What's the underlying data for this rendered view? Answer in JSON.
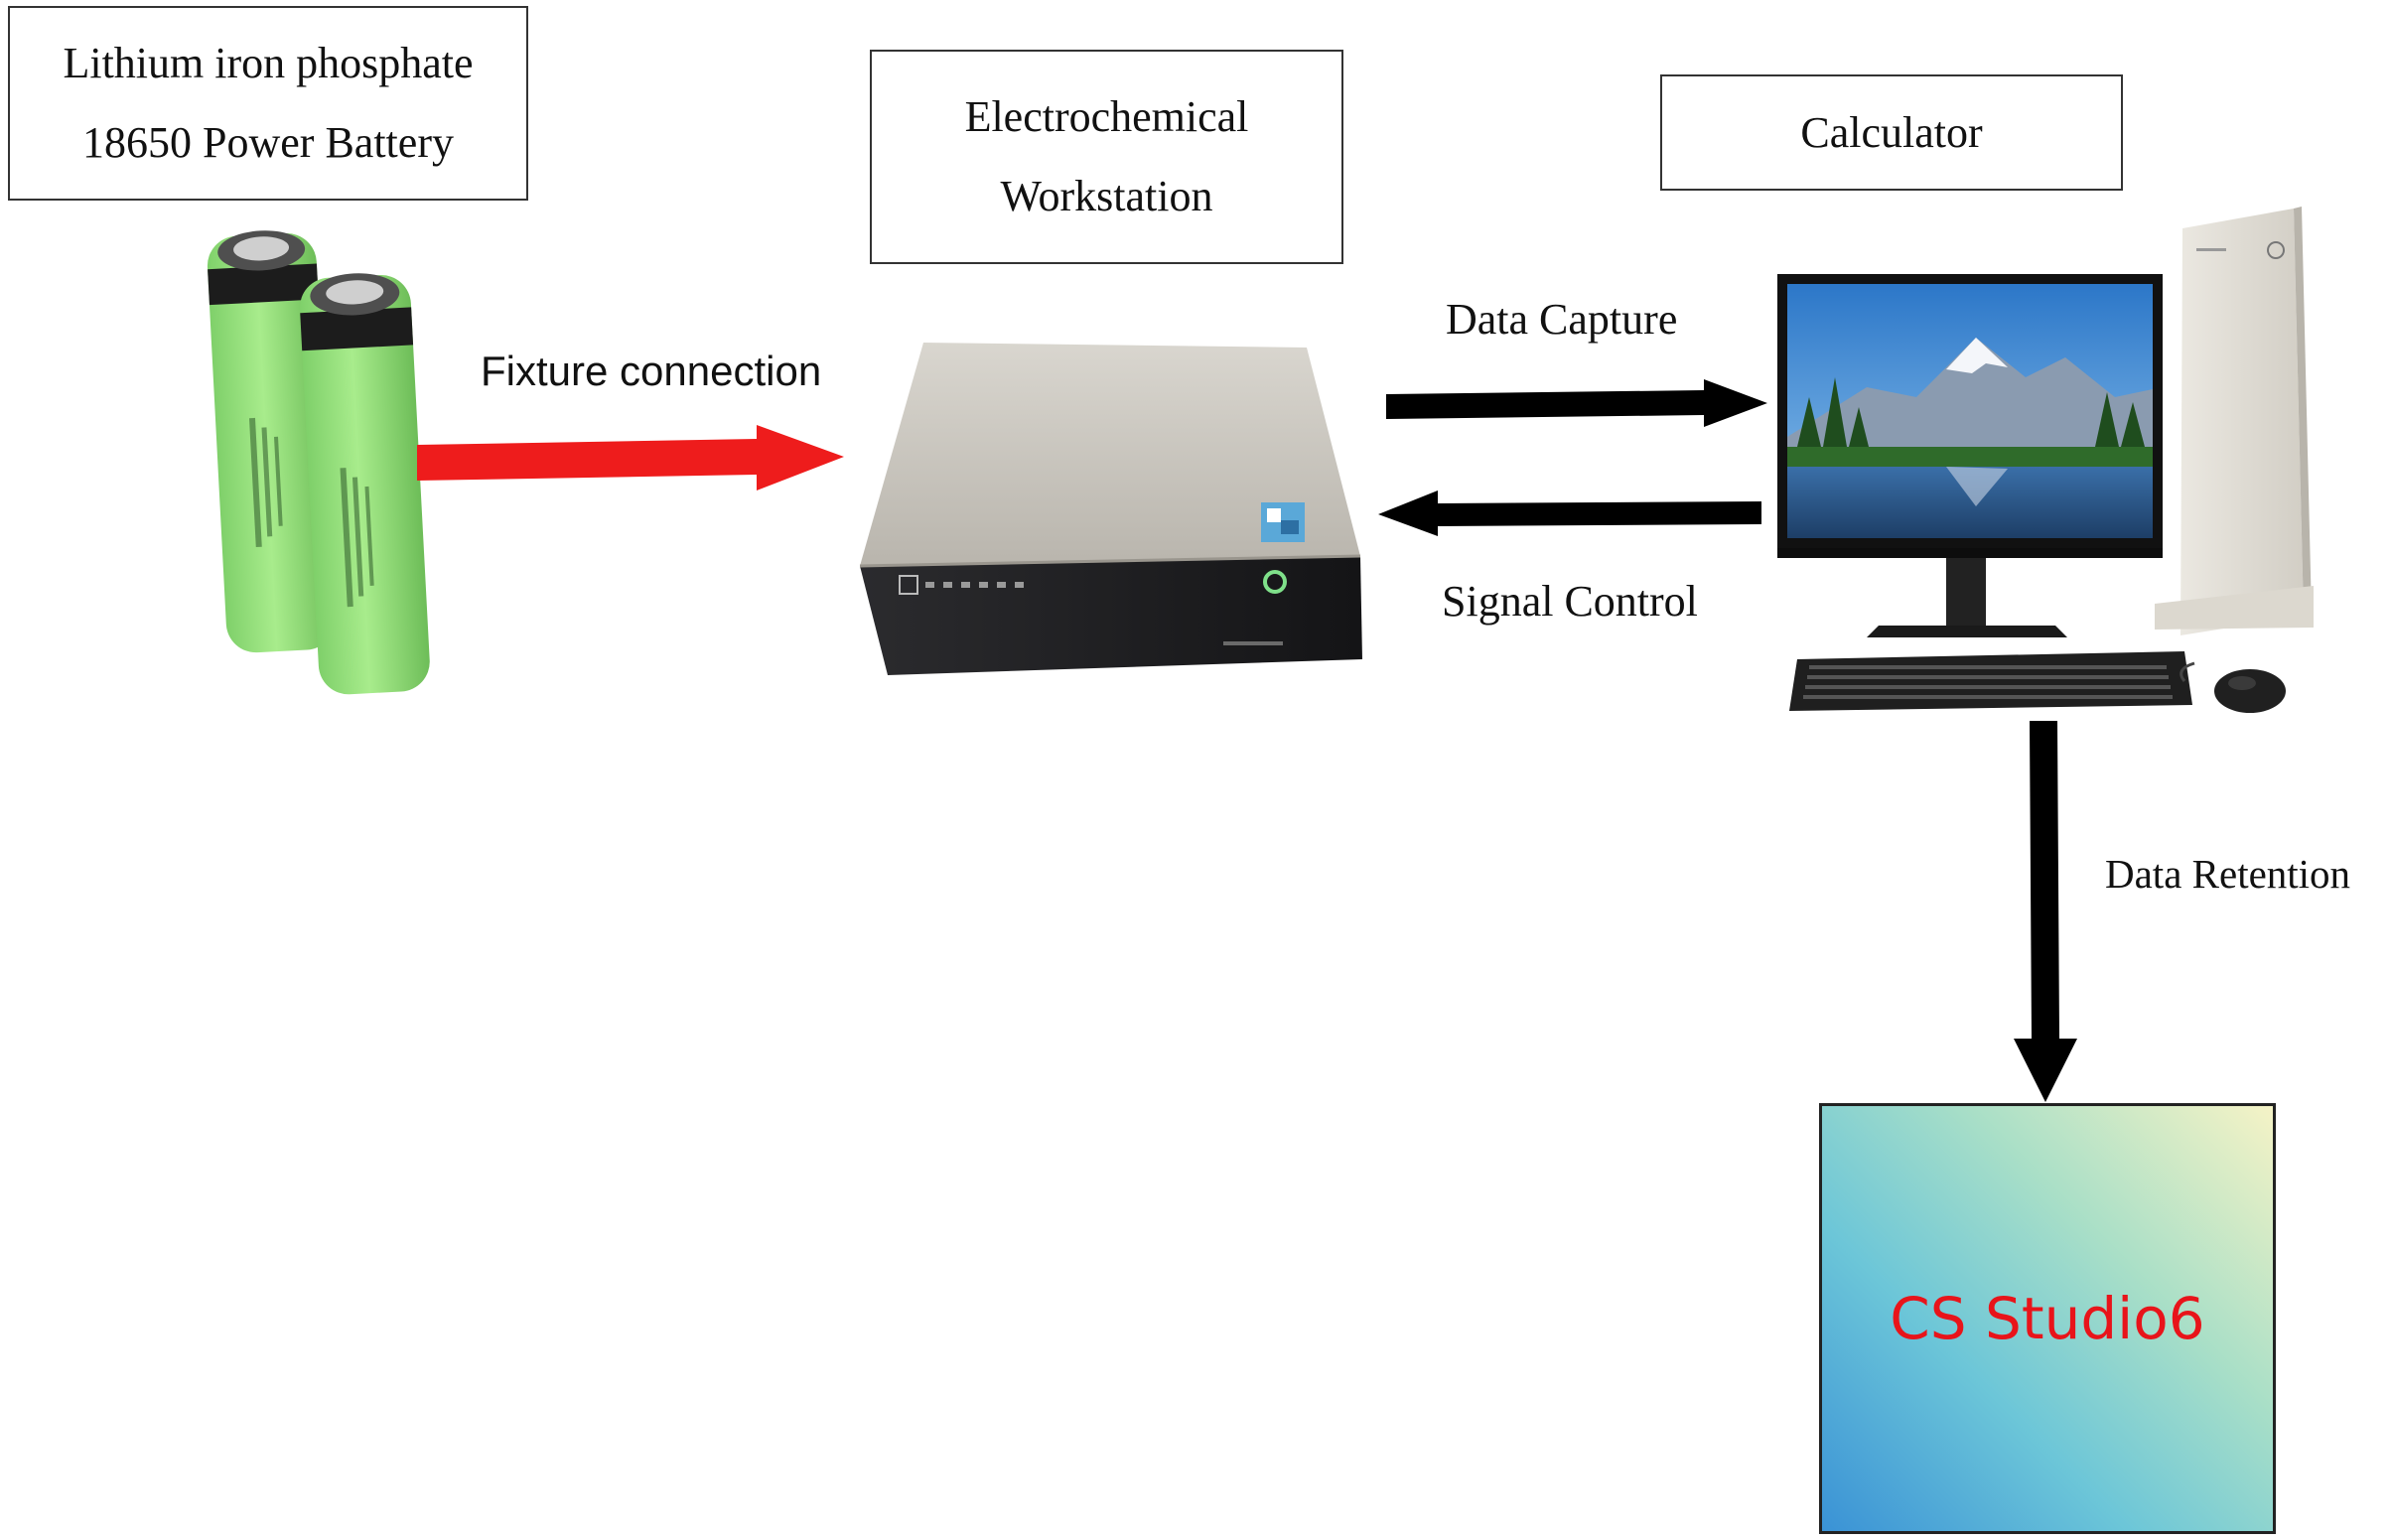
{
  "nodes": {
    "battery": {
      "line1": "Lithium iron phosphate",
      "line2": "18650 Power Battery"
    },
    "workstation": {
      "line1": "Electrochemical",
      "line2": "Workstation"
    },
    "calculator": {
      "label": "Calculator"
    },
    "software": {
      "label": "CS Studio6",
      "text_color": "#e8141a"
    }
  },
  "edges": {
    "fixture": {
      "label": "Fixture connection",
      "color": "#ee1c1c"
    },
    "capture": {
      "label": "Data Capture",
      "color": "#000000"
    },
    "control": {
      "label": "Signal Control",
      "color": "#000000"
    },
    "retention": {
      "label": "Data Retention",
      "color": "#000000"
    }
  },
  "icons": [
    "battery-pair-icon",
    "workstation-device-icon",
    "desktop-computer-icon"
  ]
}
